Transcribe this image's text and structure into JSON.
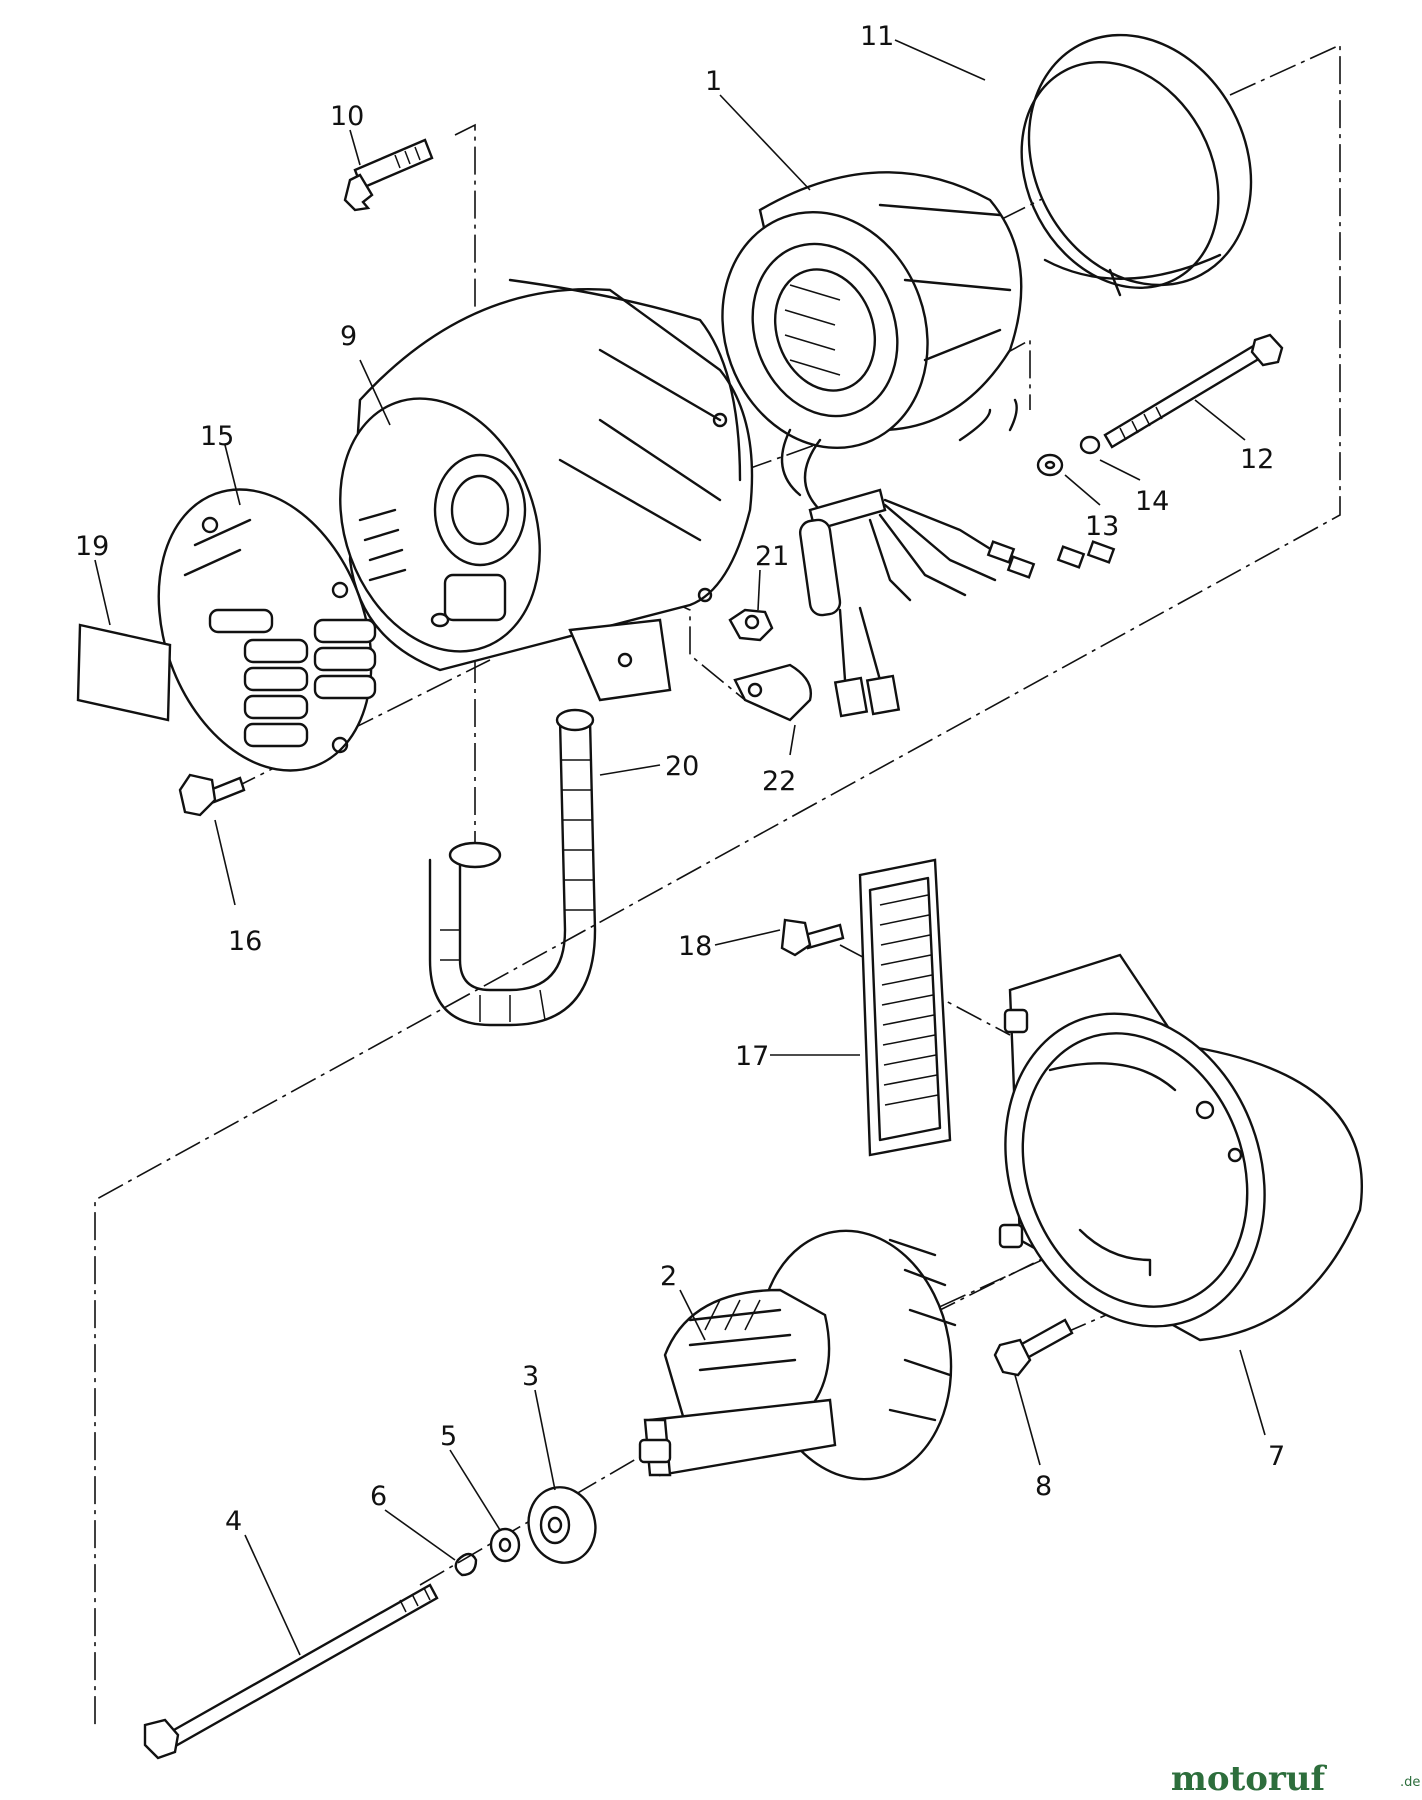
{
  "diagram": {
    "parts": [
      {
        "id": "stator",
        "number": "1"
      },
      {
        "id": "rotor",
        "number": "2"
      },
      {
        "id": "bearing",
        "number": "3"
      },
      {
        "id": "through-bolt",
        "number": "4"
      },
      {
        "id": "washer",
        "number": "5"
      },
      {
        "id": "lock-washer",
        "number": "6"
      },
      {
        "id": "fan-housing",
        "number": "7"
      },
      {
        "id": "housing-bolt",
        "number": "8"
      },
      {
        "id": "rear-cover",
        "number": "9"
      },
      {
        "id": "cover-bolt",
        "number": "10"
      },
      {
        "id": "stator-band",
        "number": "11"
      },
      {
        "id": "stator-bolt",
        "number": "12"
      },
      {
        "id": "flat-washer",
        "number": "13"
      },
      {
        "id": "spring-washer",
        "number": "14"
      },
      {
        "id": "end-plate",
        "number": "15"
      },
      {
        "id": "end-plate-screw",
        "number": "16"
      },
      {
        "id": "louver-grille",
        "number": "17"
      },
      {
        "id": "grille-screw",
        "number": "18"
      },
      {
        "id": "label-plate",
        "number": "19"
      },
      {
        "id": "drain-hose",
        "number": "20"
      },
      {
        "id": "nut",
        "number": "21"
      },
      {
        "id": "ground-strap",
        "number": "22"
      }
    ]
  },
  "watermark": {
    "brand_main": "motoruf",
    "brand_tld": ".de"
  }
}
